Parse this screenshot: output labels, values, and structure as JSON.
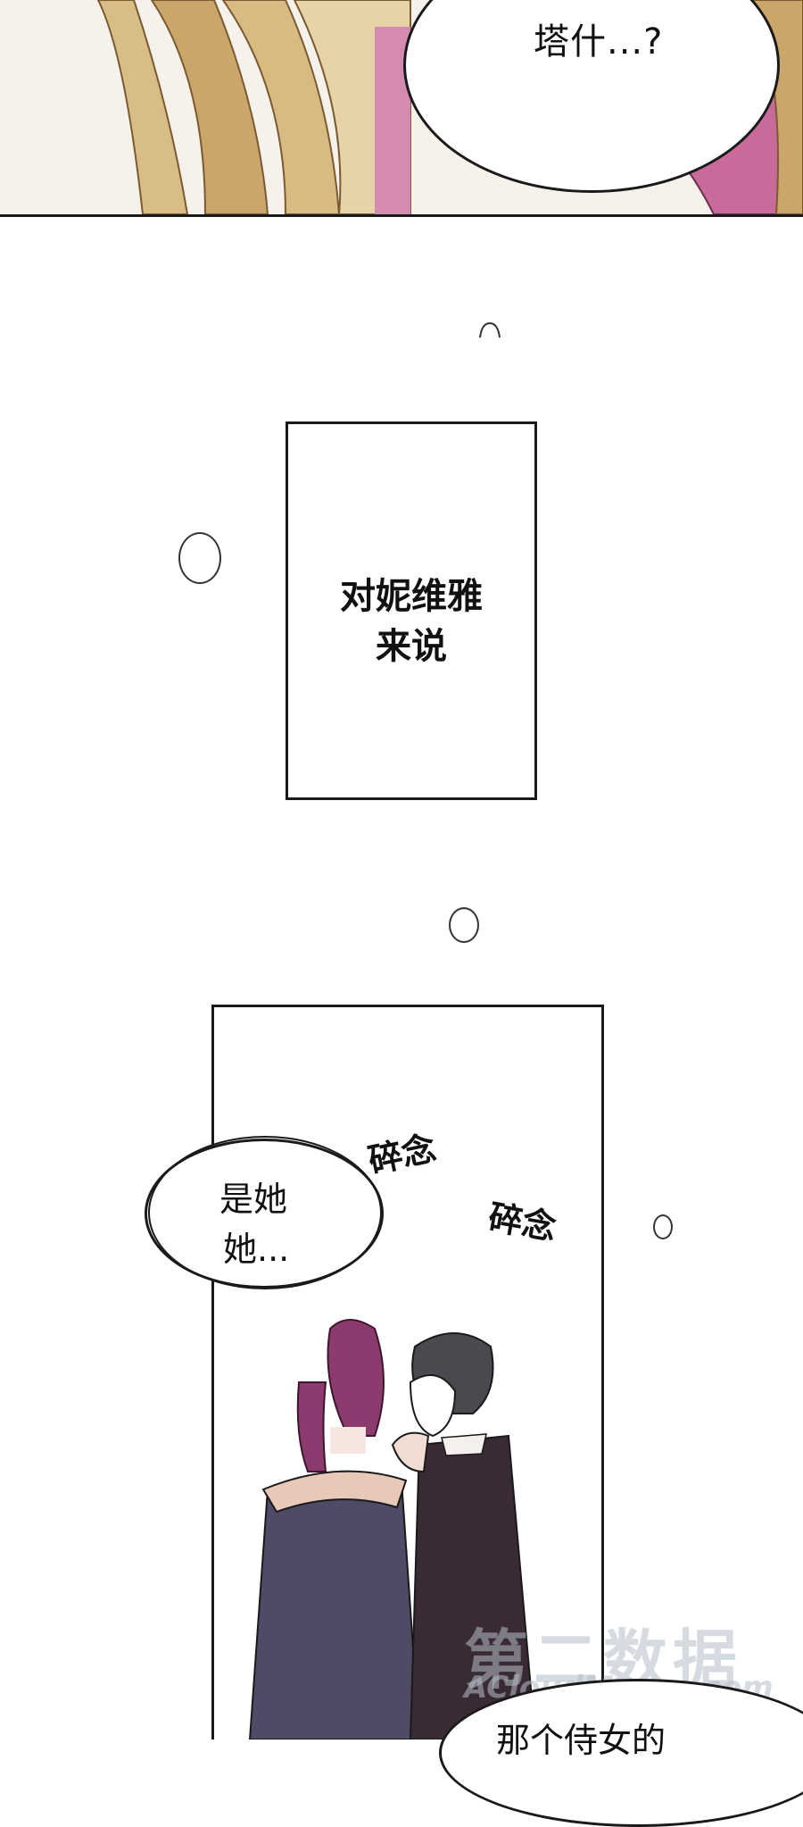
{
  "top_panel": {
    "speech": "塔什...?"
  },
  "caption": {
    "line1": "对妮维雅",
    "line2": "来说"
  },
  "lower_panel": {
    "speech_line1": "是她",
    "speech_line2": "她...",
    "sfx1": "碎念",
    "sfx2": "碎念",
    "bottom_speech": "那个侍女的"
  },
  "watermark": {
    "cn": "第二数据",
    "en": "ACloudMerge.com"
  },
  "colors": {
    "hair_blonde": "#c9a86a",
    "dress_pink": "#c86b9a",
    "hair_red": "#8b3b6e",
    "dress_purple": "#4f4a66",
    "dress_dark": "#3a2a33"
  }
}
